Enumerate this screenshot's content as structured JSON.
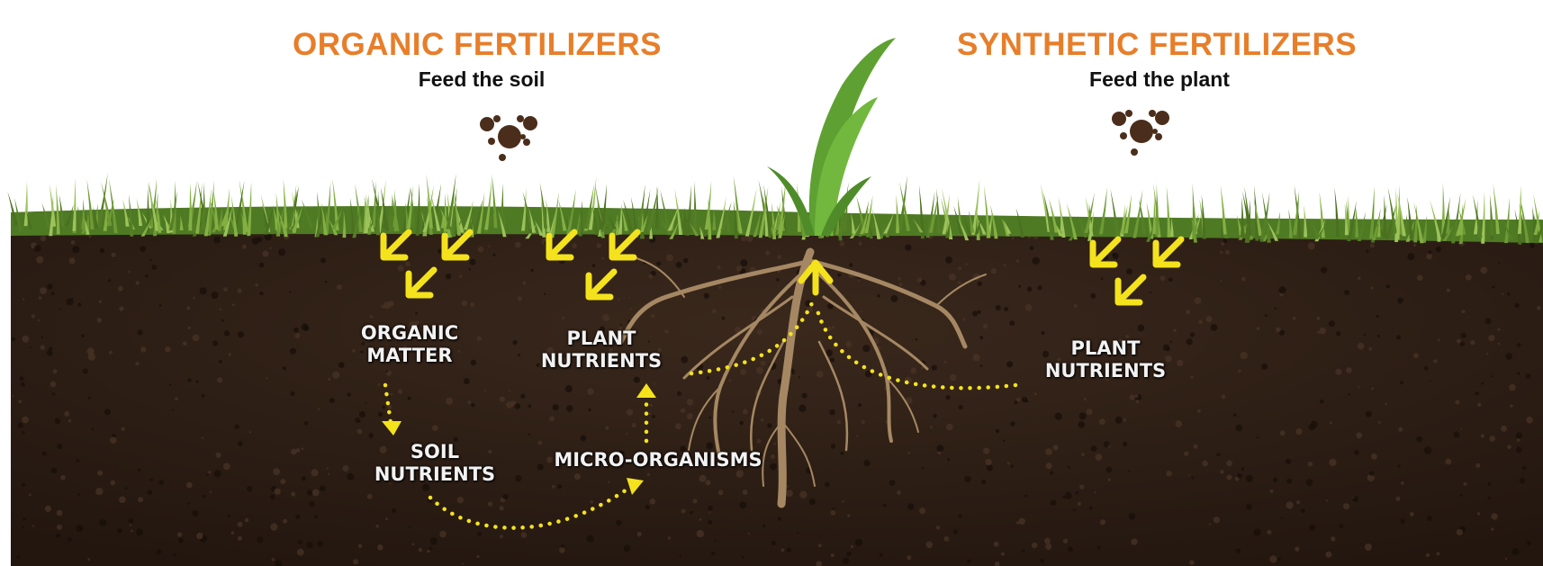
{
  "colors": {
    "heading": "#e87e2a",
    "arrow": "#f4e31c",
    "soil": "#2e1f16",
    "grass": "#5f8a2e",
    "root": "#a58863",
    "pellet": "#4a2e1b"
  },
  "organic": {
    "title": "ORGANIC FERTILIZERS",
    "subtitle": "Feed the soil"
  },
  "synthetic": {
    "title": "SYNTHETIC FERTILIZERS",
    "subtitle": "Feed the plant"
  },
  "labels": {
    "organic_matter": [
      "ORGANIC",
      "MATTER"
    ],
    "plant_nutrients_left": [
      "PLANT",
      "NUTRIENTS"
    ],
    "soil_nutrients": [
      "SOIL",
      "NUTRIENTS"
    ],
    "micro_organisms": "MICRO-ORGANISMS",
    "plant_nutrients_right": [
      "PLANT",
      "NUTRIENTS"
    ]
  },
  "icons": {
    "pellet": "fertilizer-pellets-icon",
    "arrow": "yellow-chevron-arrow-icon",
    "flow": "dotted-flow-arrow",
    "plant": "seedling-with-roots"
  }
}
